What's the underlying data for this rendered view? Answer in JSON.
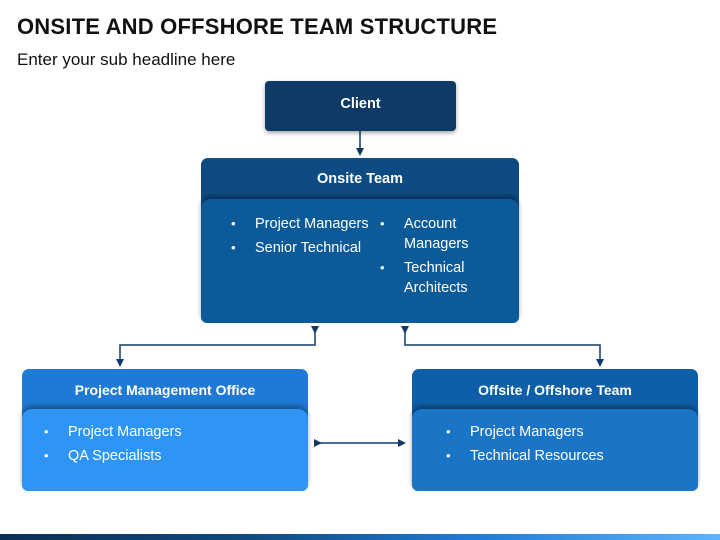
{
  "title": "ONSITE AND OFFSHORE TEAM STRUCTURE",
  "subtitle": "Enter your sub headline here",
  "client": {
    "label": "Client"
  },
  "onsite": {
    "label": "Onsite Team",
    "left_items": [
      "Project Managers",
      "Senior Technical"
    ],
    "right_items": [
      "Account Managers",
      "Technical Architects"
    ]
  },
  "pmo": {
    "label": "Project Management Office",
    "items": [
      "Project Managers",
      "QA Specialists"
    ]
  },
  "offshore": {
    "label": "Offsite / Offshore Team",
    "items": [
      "Project Managers",
      "Technical Resources"
    ]
  },
  "colors": {
    "client": "#0d3b66",
    "onsite": "#0d4b82",
    "pmo": "#1f7ad6",
    "offshore": "#0f5fa8",
    "connector": "#0d3b66"
  }
}
